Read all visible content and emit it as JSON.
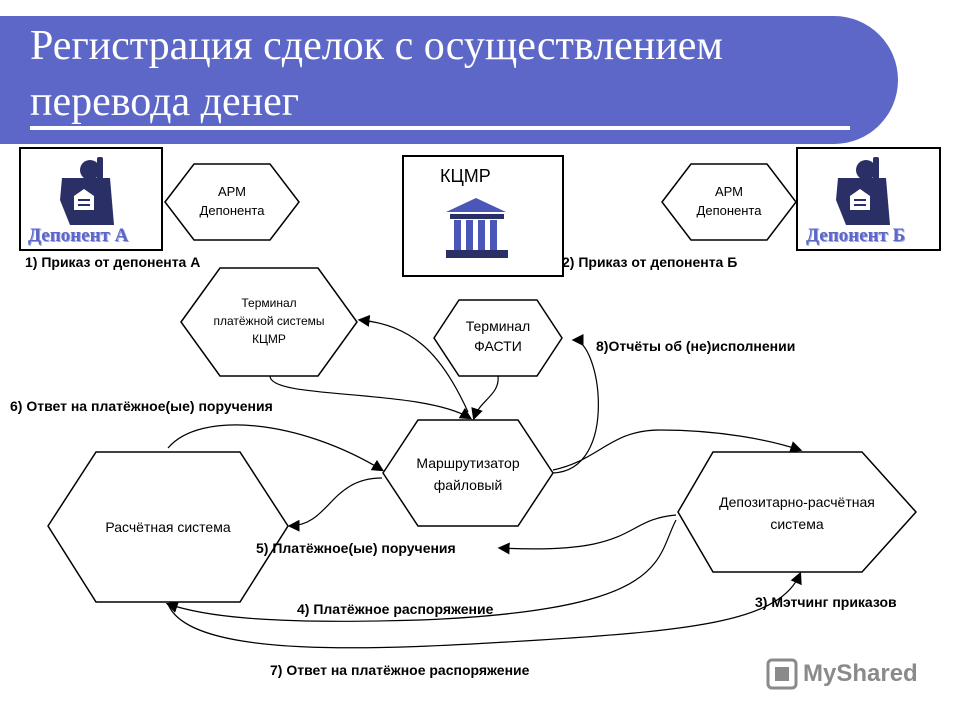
{
  "title": {
    "line1": "Регистрация сделок с осуществлением",
    "line2": "перевода денег"
  },
  "depositor_a": {
    "name": "Депонент А"
  },
  "depositor_b": {
    "name": "Депонент Б"
  },
  "kcmr": {
    "label": "КЦМР"
  },
  "arm_a": {
    "line1": "АРМ",
    "line2": "Депонента"
  },
  "arm_b": {
    "line1": "АРМ",
    "line2": "Депонента"
  },
  "terminal_kcmr": {
    "line1": "Терминал",
    "line2": "платёжной системы",
    "line3": "КЦМР"
  },
  "terminal_fasti": {
    "line1": "Терминал",
    "line2": "ФАСТИ"
  },
  "router": {
    "line1": "Маршрутизатор",
    "line2": "файловый"
  },
  "settlement": {
    "label": "Расчётная система"
  },
  "depository": {
    "line1": "Депозитарно-расчётная",
    "line2": "система"
  },
  "steps": {
    "s1": "1) Приказ от депонента А",
    "s2": "2) Приказ от депонента Б",
    "s3": "3) Мэтчинг приказов",
    "s4": "4) Платёжное распоряжение",
    "s5": "5) Платёжное(ые) поручения",
    "s6": "6) Ответ на платёжное(ые) поручения",
    "s7": "7) Ответ на платёжное распоряжение",
    "s8": "8)Отчёты об (не)исполнении"
  },
  "watermark": {
    "text": "MyShared"
  },
  "colors": {
    "banner": "#5d67c8",
    "accent": "#5d67c8",
    "icon_dark": "#2a2f66",
    "bank_icon": "#4a56b8"
  },
  "icons": {
    "person": "person-icon",
    "bank": "bank-building-icon"
  }
}
